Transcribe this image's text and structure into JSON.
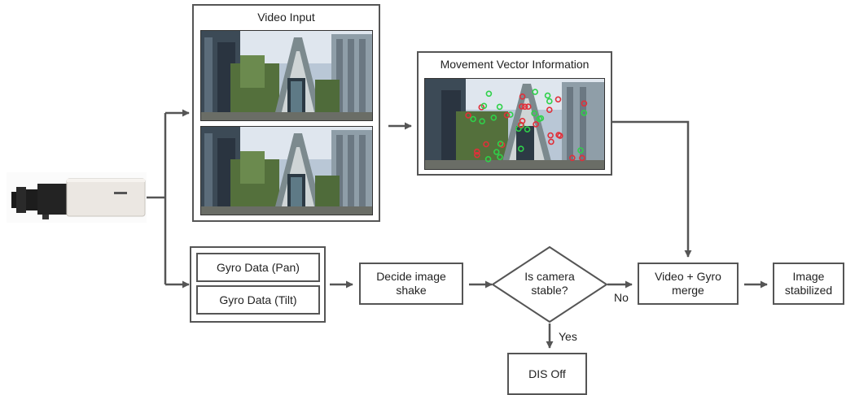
{
  "diagram": {
    "video_input_title": "Video Input",
    "movement_vector_title": "Movement Vector Information",
    "gyro_pan": "Gyro Data (Pan)",
    "gyro_tilt": "Gyro Data (Tilt)",
    "decide_shake_line1": "Decide image",
    "decide_shake_line2": "shake",
    "decision_line1": "Is camera",
    "decision_line2": "stable?",
    "no_label": "No",
    "yes_label": "Yes",
    "merge_line1": "Video + Gyro",
    "merge_line2": "merge",
    "stabilized_line1": "Image",
    "stabilized_line2": "stabilized",
    "dis_off": "DIS Off"
  },
  "colors": {
    "line": "#555555",
    "motion_marker_red": "#e0303a",
    "motion_marker_green": "#2fd14a"
  },
  "icons": {
    "camera": "box-camera-icon"
  }
}
